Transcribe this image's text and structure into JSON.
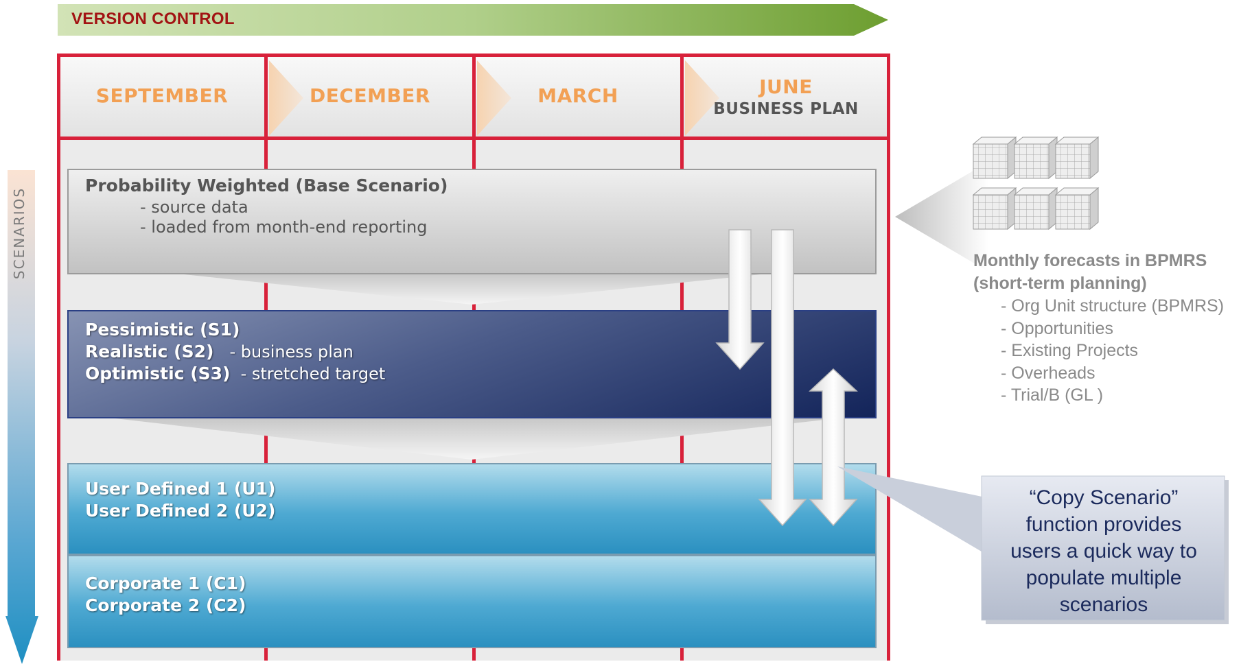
{
  "banner": {
    "label": "VERSION CONTROL"
  },
  "side": {
    "label": "SCENARIOS"
  },
  "months": [
    {
      "name": "SEPTEMBER",
      "sub": ""
    },
    {
      "name": "DECEMBER",
      "sub": ""
    },
    {
      "name": "MARCH",
      "sub": ""
    },
    {
      "name": "JUNE",
      "sub": "BUSINESS PLAN"
    }
  ],
  "base": {
    "title": "Probability Weighted (Base Scenario)",
    "lines": [
      "- source data",
      "- loaded from month-end reporting"
    ]
  },
  "scenarios": {
    "s1": "Pessimistic (S1)",
    "s2": "Realistic (S2)",
    "s2_note": "-  business plan",
    "s3": "Optimistic (S3)",
    "s3_note": "- stretched target"
  },
  "user": [
    "User Defined 1 (U1)",
    "User Defined 2 (U2)"
  ],
  "corporate": [
    "Corporate 1 (C1)",
    "Corporate 2 (C2)"
  ],
  "bpmrs": {
    "title_l1": "Monthly forecasts in BPMRS",
    "title_l2": "(short-term planning)",
    "items": [
      "- Org Unit structure (BPMRS)",
      "- Opportunities",
      "- Existing Projects",
      "- Overheads",
      "- Trial/B (GL )"
    ]
  },
  "callout": {
    "lines": [
      "“Copy Scenario”",
      "function provides",
      "users a quick way to",
      "populate multiple",
      "scenarios"
    ]
  },
  "colors": {
    "red_grid": "#d8213a",
    "banner_text": "#a21313",
    "month_text": "#f2a054",
    "navy": "#13245a",
    "sky": "#2b90c0"
  }
}
